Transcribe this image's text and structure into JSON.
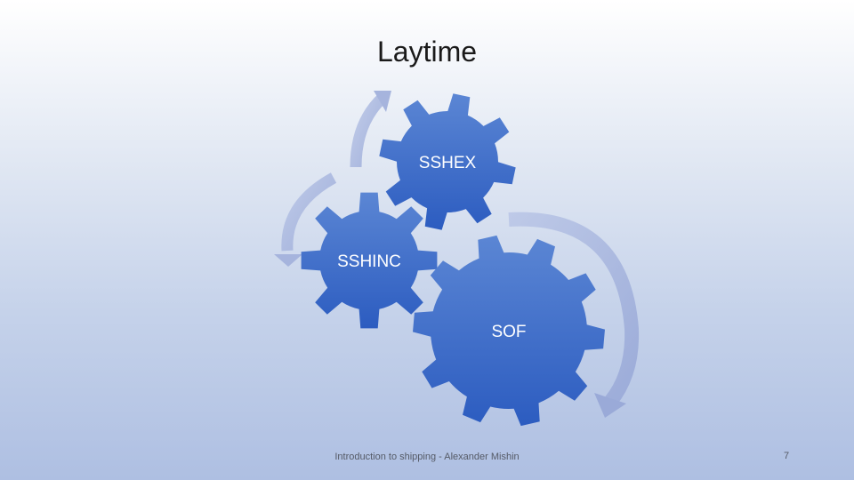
{
  "slide": {
    "title": "Laytime",
    "footer": "Introduction to shipping - Alexander Mishin",
    "page_number": "7"
  },
  "diagram": {
    "gears": [
      {
        "label": "SSHEX"
      },
      {
        "label": "SSHINC"
      },
      {
        "label": "SOF"
      }
    ]
  },
  "colors": {
    "gear_light": "#5b86d4",
    "gear_dark": "#2c5cc0",
    "arrow": "#a6b4dd",
    "background_top": "#ffffff",
    "background_bottom": "#aebfe2"
  }
}
